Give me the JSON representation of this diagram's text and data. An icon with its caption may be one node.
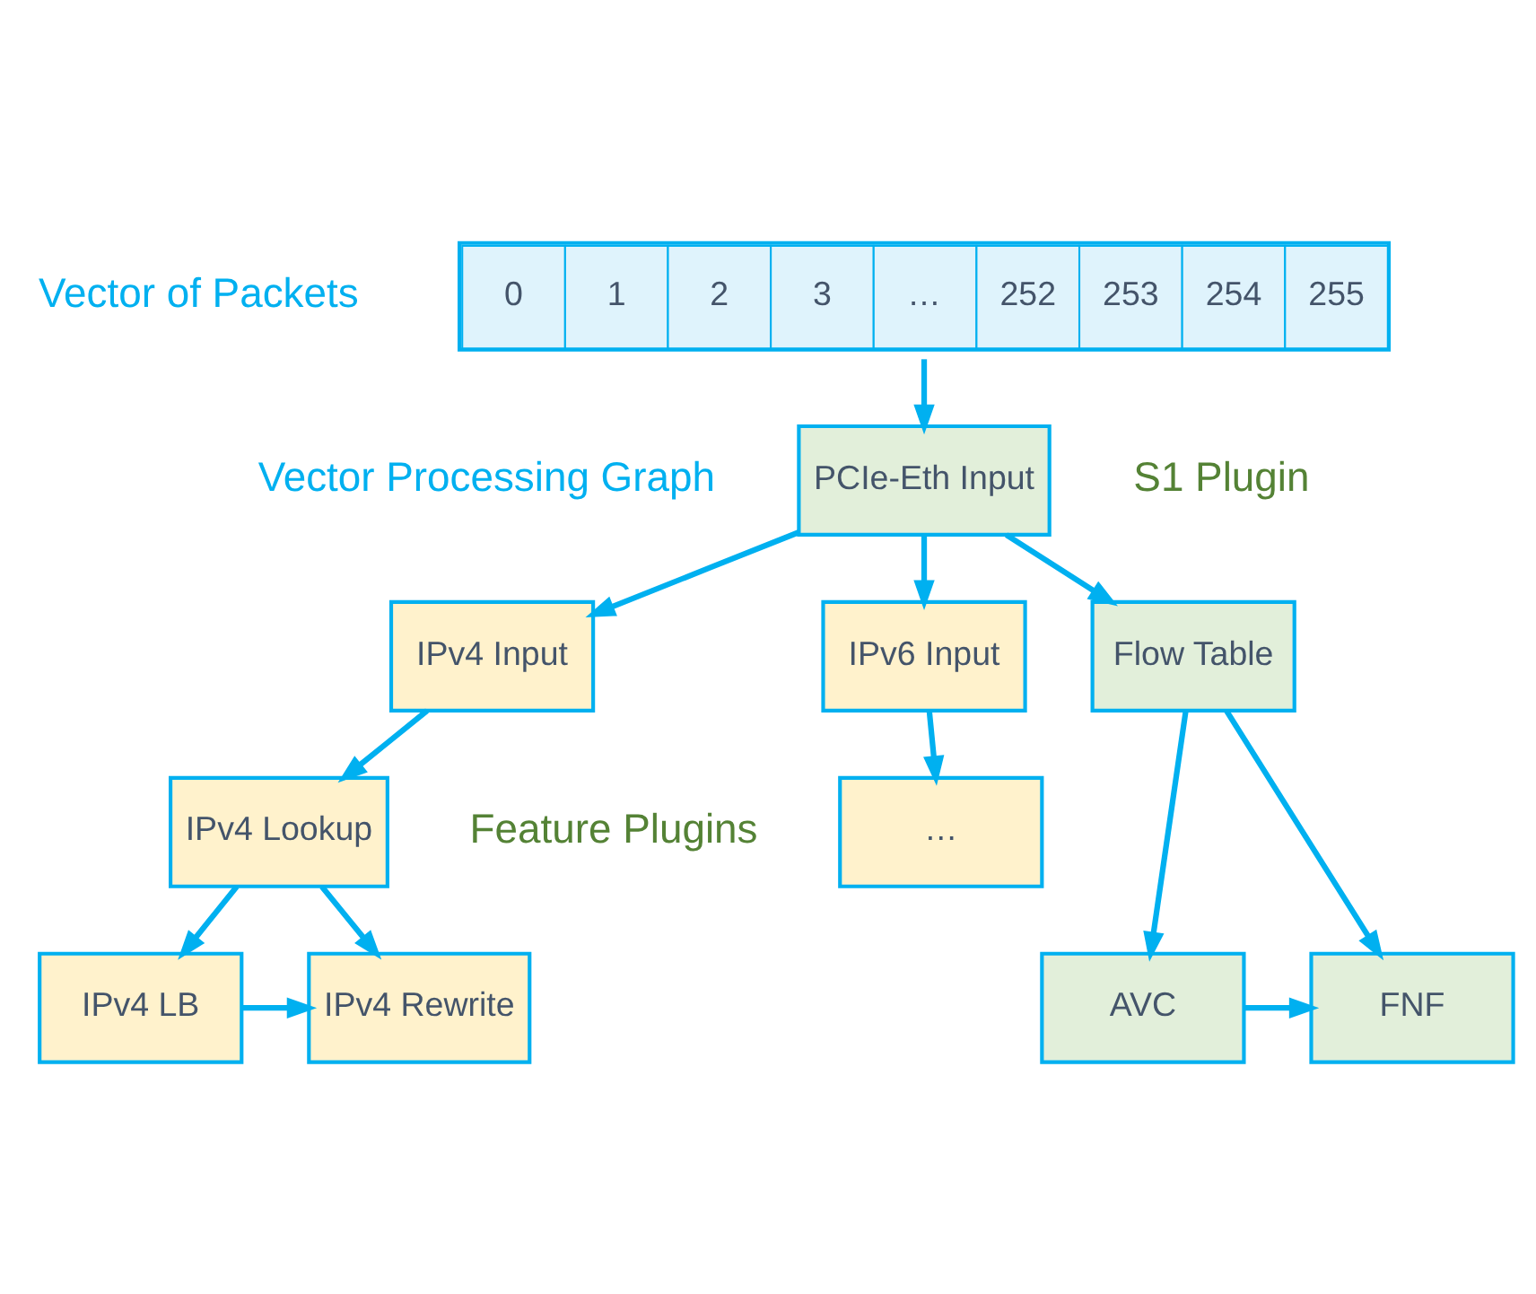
{
  "diagram": {
    "nodes": [
      {
        "text": [
          "0",
          "1",
          "2",
          "3",
          "…",
          "252",
          "253",
          "254",
          "255"
        ],
        "beside": [
          "Vector of Packets"
        ]
      },
      {
        "text": [
          "PCIe-Eth Input"
        ],
        "beside": [
          "S1 Plugin"
        ]
      },
      {
        "text": [
          "IPv4 Input"
        ]
      },
      {
        "text": [
          "IPv6 Input"
        ]
      },
      {
        "text": [
          "IPv4 Lookup"
        ]
      },
      {
        "text": [
          "Flow Table"
        ]
      },
      {
        "text": [
          "…"
        ]
      },
      {
        "text": [
          "IPv4 LB"
        ]
      },
      {
        "text": [
          "IPv4 Rewrite"
        ]
      },
      {
        "text": [
          "AVC"
        ]
      },
      {
        "text": [
          "FNF"
        ]
      }
    ],
    "edges": [
      {
        "from": 0,
        "to": 1,
        "arrow": "to"
      },
      {
        "from": 1,
        "to": 2,
        "arrow": "to"
      },
      {
        "from": 1,
        "to": 5,
        "arrow": "to"
      },
      {
        "from": 1,
        "to": 3,
        "arrow": "to"
      },
      {
        "from": 2,
        "to": 4,
        "arrow": "to"
      },
      {
        "from": 3,
        "to": 6,
        "arrow": "to"
      },
      {
        "from": 4,
        "to": 7,
        "arrow": "to"
      },
      {
        "from": 4,
        "to": 8,
        "arrow": "to"
      },
      {
        "from": 5,
        "to": 9,
        "arrow": "to"
      },
      {
        "from": 5,
        "to": 10,
        "arrow": "to"
      },
      {
        "from": 7,
        "to": 8,
        "arrow": "to"
      },
      {
        "from": 9,
        "to": 10,
        "arrow": "to"
      }
    ],
    "labels": [
      "Vector Processing Graph",
      "Feature Plugins"
    ]
  }
}
